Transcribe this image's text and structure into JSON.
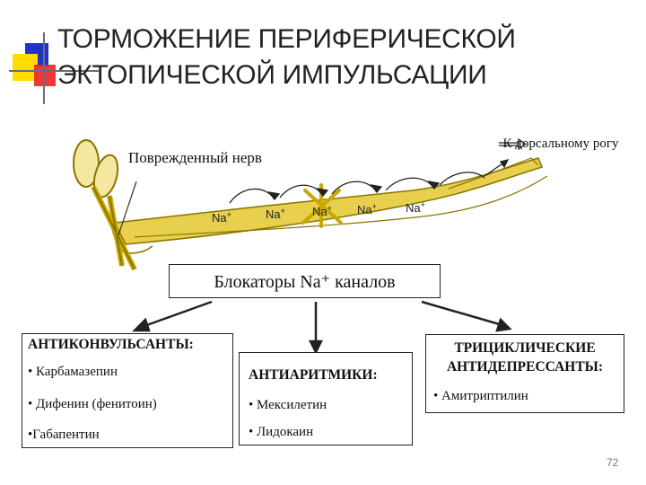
{
  "title": "ТОРМОЖЕНИЕ ПЕРИФЕРИЧЕСКОЙ ЭКТОПИЧЕСКОЙ ИМПУЛЬСАЦИИ",
  "diagram": {
    "damaged_nerve_label": "Поврежденный нерв",
    "dorsal_horn_label": "К дорсальному рогу",
    "na_labels": [
      "Na",
      "Na",
      "Na",
      "Na",
      "Na"
    ],
    "na_superscripts": [
      "+",
      "+",
      "+",
      "+",
      "+"
    ],
    "blockers_label": "Блокаторы Na⁺ каналов"
  },
  "groups": {
    "anticonvulsants": {
      "heading": "АНТИКОНВУЛЬСАНТЫ:",
      "items": [
        "• Карбамазепин",
        "• Дифенин (фенитоин)",
        "•Габапентин"
      ]
    },
    "antiarrhythmics": {
      "heading": "АНТИАРИТМИКИ:",
      "items": [
        "• Мексилетин",
        "• Лидокаин"
      ]
    },
    "tricyclics": {
      "heading": "ТРИЦИКЛИЧЕСКИЕ АНТИДЕПРЕССАНТЫ:",
      "items": [
        "• Амитриптилин"
      ]
    }
  },
  "page_number": "72",
  "colors": {
    "nerve": "#e8cf4e",
    "nerve_outline": "#8a7400",
    "deco_blue": "#2233cc",
    "deco_yellow": "#ffdd00",
    "deco_red": "#ee2222"
  }
}
